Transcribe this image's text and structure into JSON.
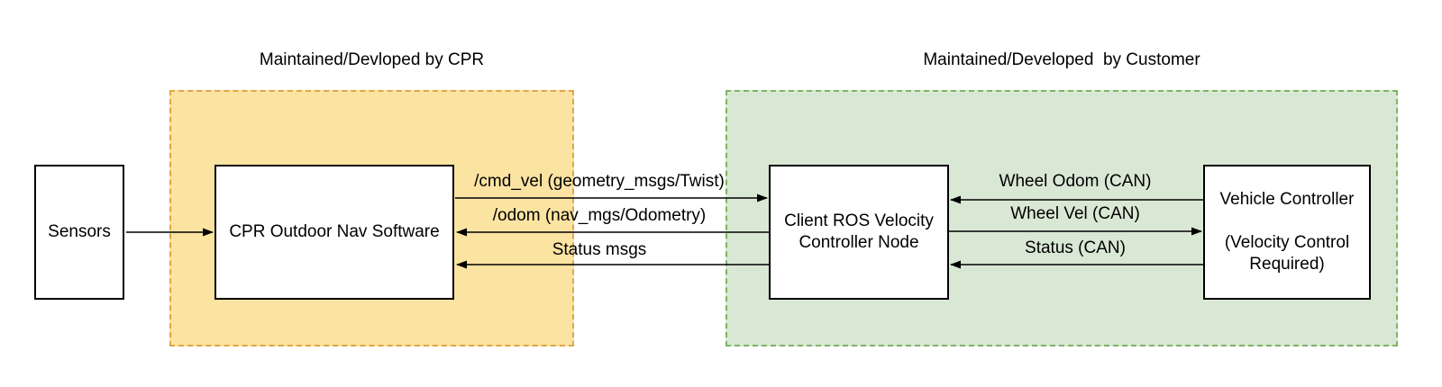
{
  "diagram": {
    "regions": {
      "cpr": {
        "title": "Maintained/Devloped by CPR"
      },
      "customer": {
        "title": "Maintained/Developed  by Customer"
      }
    },
    "nodes": {
      "sensors": {
        "label": "Sensors"
      },
      "cpr_nav": {
        "label": "CPR Outdoor Nav Software"
      },
      "client_ros": {
        "line1": "Client ROS Velocity",
        "line2": "Controller Node"
      },
      "vehicle": {
        "line1": "Vehicle Controller",
        "line2": "(Velocity Control",
        "line3": "Required)"
      }
    },
    "edges": {
      "cmd_vel": {
        "label": "/cmd_vel (geometry_msgs/Twist)"
      },
      "odom": {
        "label": "/odom (nav_mgs/Odometry)"
      },
      "status_msgs": {
        "label": "Status msgs"
      },
      "wheel_odom": {
        "label": "Wheel Odom (CAN)"
      },
      "wheel_vel": {
        "label": "Wheel Vel (CAN)"
      },
      "status_can": {
        "label": "Status (CAN)"
      }
    },
    "colors": {
      "cpr_region_fill": "#fbe3a2",
      "cpr_region_stroke": "#dfa747",
      "customer_region_fill": "#d9e8d4",
      "customer_region_stroke": "#7fb366",
      "node_border": "#000000",
      "arrow": "#000000",
      "text": "#000000"
    }
  }
}
